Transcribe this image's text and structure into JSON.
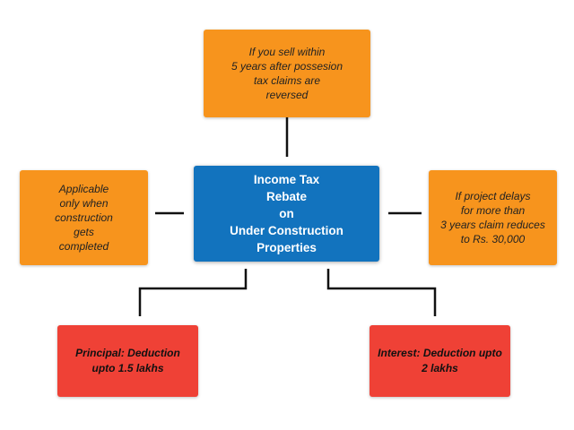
{
  "diagram": {
    "center": {
      "text": "Income Tax\nRebate\non\nUnder Construction\nProperties"
    },
    "top": {
      "text": "If you sell within\n5 years after possesion\ntax claims are\nreversed"
    },
    "left": {
      "text": "Applicable\nonly when\nconstruction\ngets\ncompleted"
    },
    "right": {
      "text": "If project delays\nfor more than\n3 years claim reduces\nto Rs. 30,000"
    },
    "bottom_left": {
      "text": "Principal: Deduction\nupto 1.5 lakhs"
    },
    "bottom_right": {
      "text": "Interest: Deduction upto\n2 lakhs"
    }
  },
  "colors": {
    "center_box": "#1273be",
    "side_boxes": "#f7941d",
    "bottom_boxes": "#ef4136",
    "connector": "#111111"
  }
}
